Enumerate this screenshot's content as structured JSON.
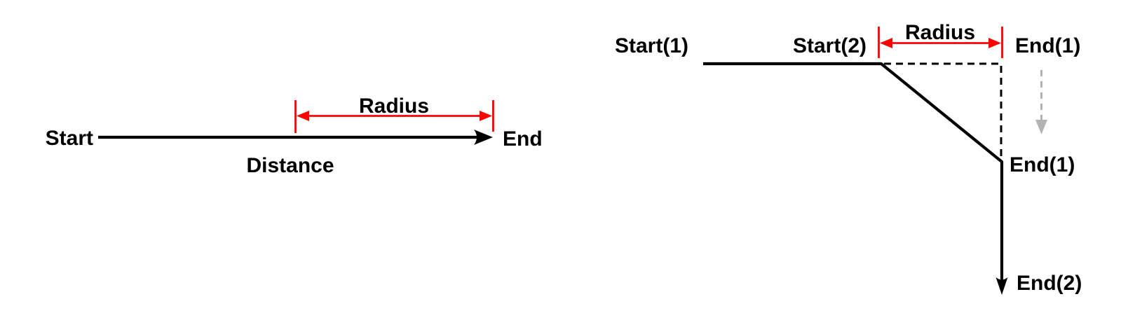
{
  "colors": {
    "line_black": "#000000",
    "accent_red": "#ff0000",
    "ghost_gray": "#b3b3b3",
    "background": "#ffffff"
  },
  "left_diagram": {
    "start_label": "Start",
    "end_label": "End",
    "radius_label": "Radius",
    "distance_label": "Distance"
  },
  "right_diagram": {
    "start1_label": "Start(1)",
    "start2_label": "Start(2)",
    "radius_label": "Radius",
    "end1_ghost_label": "End(1)",
    "end1_label": "End(1)",
    "end2_label": "End(2)"
  }
}
